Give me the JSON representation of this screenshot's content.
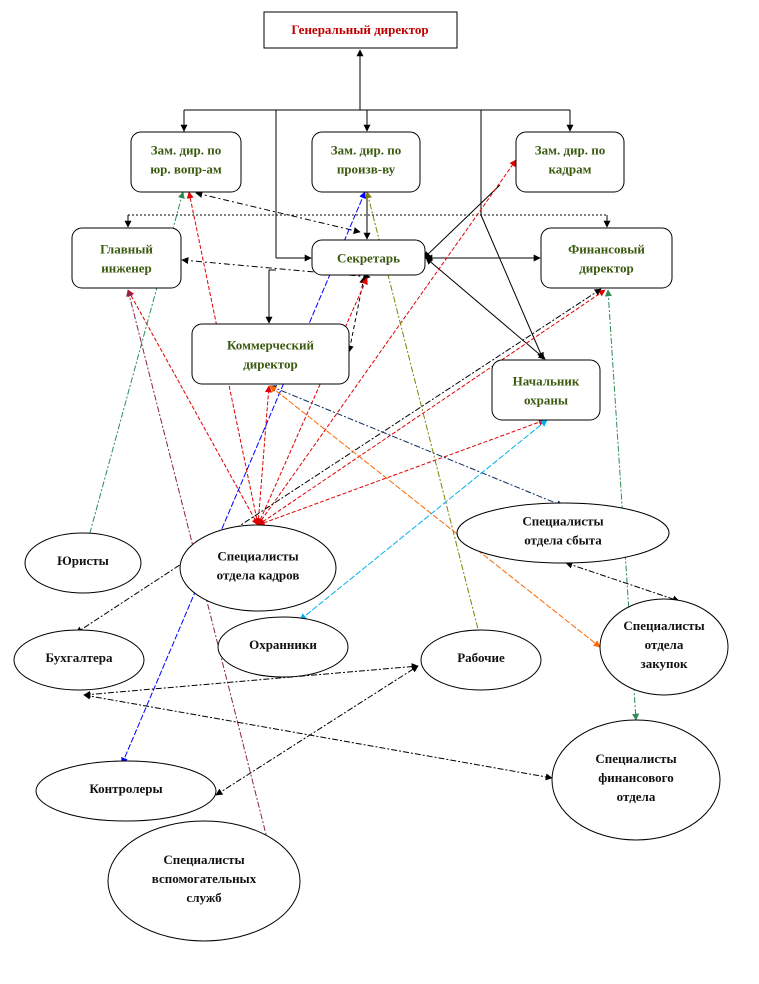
{
  "title": "Генеральный директор",
  "deputies": [
    {
      "id": "dep_legal",
      "lines": [
        "Зам. дир. по",
        "юр. вопр-ам"
      ]
    },
    {
      "id": "dep_prod",
      "lines": [
        "Зам. дир. по",
        "произв-ву"
      ]
    },
    {
      "id": "dep_hr",
      "lines": [
        "Зам. дир. по",
        "кадрам"
      ]
    }
  ],
  "managers": [
    {
      "id": "chief_eng",
      "lines": [
        "Главный",
        "инженер"
      ]
    },
    {
      "id": "secretary",
      "lines": [
        "Секретарь"
      ]
    },
    {
      "id": "fin_dir",
      "lines": [
        "Финансовый",
        "директор"
      ]
    },
    {
      "id": "comm_dir",
      "lines": [
        "Коммерческий",
        "директор"
      ]
    },
    {
      "id": "security_head",
      "lines": [
        "Начальник",
        "охраны"
      ]
    }
  ],
  "staff": [
    {
      "id": "lawyers",
      "lines": [
        "Юристы"
      ]
    },
    {
      "id": "hr_spec",
      "lines": [
        "Специалисты",
        "отдела кадров"
      ]
    },
    {
      "id": "sales_spec",
      "lines": [
        "Специалисты",
        "отдела сбыта"
      ]
    },
    {
      "id": "accountants",
      "lines": [
        "Бухгалтера"
      ]
    },
    {
      "id": "guards",
      "lines": [
        "Охранники"
      ]
    },
    {
      "id": "workers",
      "lines": [
        "Рабочие"
      ]
    },
    {
      "id": "purchase_spec",
      "lines": [
        "Специалисты",
        "отдела",
        "закупок"
      ]
    },
    {
      "id": "fin_spec",
      "lines": [
        "Специалисты",
        "финансового",
        "отдела"
      ]
    },
    {
      "id": "controllers",
      "lines": [
        "Контролеры"
      ]
    },
    {
      "id": "aux_spec",
      "lines": [
        "Специалисты",
        "вспомогательных",
        "служб"
      ]
    }
  ]
}
